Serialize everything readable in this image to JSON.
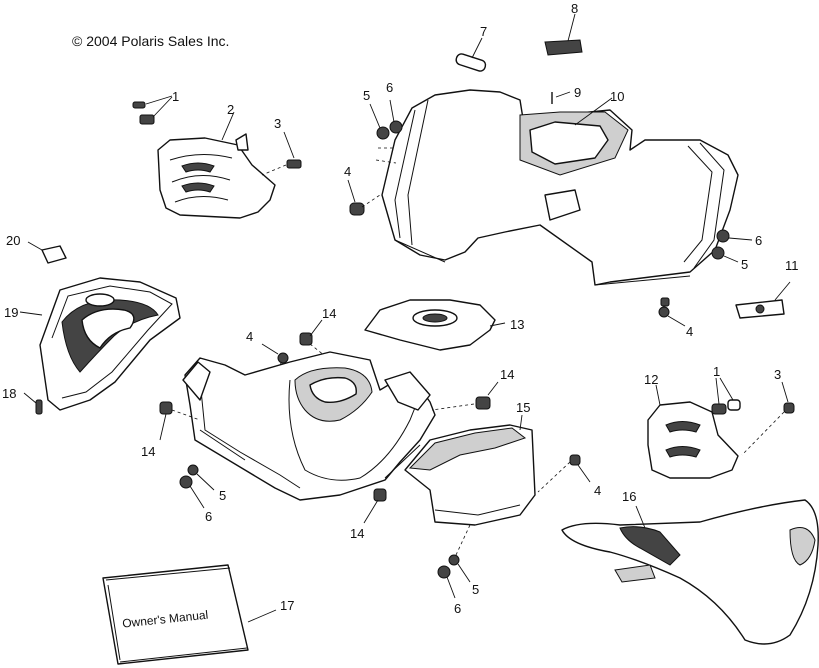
{
  "copyright": "© 2004 Polaris Sales Inc.",
  "manual_label": "Owner's Manual",
  "callouts": {
    "c1a": "1",
    "c2": "2",
    "c3a": "3",
    "c4a": "4",
    "c5a": "5",
    "c6a": "6",
    "c7": "7",
    "c8": "8",
    "c9": "9",
    "c10": "10",
    "c6b": "6",
    "c5b": "5",
    "c11": "11",
    "c4b": "4",
    "c20": "20",
    "c19": "19",
    "c18": "18",
    "c14a": "14",
    "c4c": "4",
    "c13": "13",
    "c14b": "14",
    "c14c": "14",
    "c15": "15",
    "c12": "12",
    "c1b": "1",
    "c3b": "3",
    "c5c": "5",
    "c6c": "6",
    "c14d": "14",
    "c4d": "4",
    "c16": "16",
    "c5d": "5",
    "c6d": "6",
    "c17": "17"
  }
}
